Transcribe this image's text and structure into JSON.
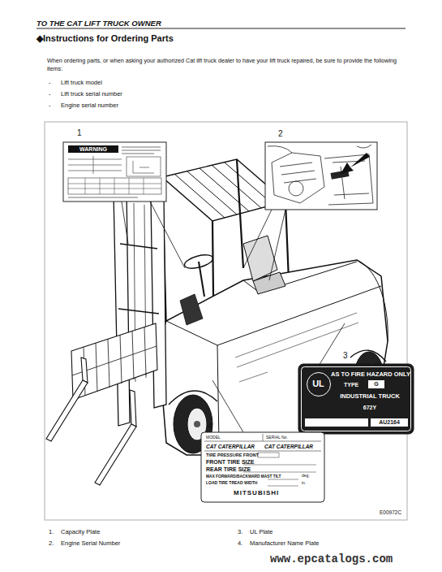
{
  "diagram": {
    "title": "◆Instructions for Ordering Parts",
    "nodes": [
      {
        "text": [
          "WARNING"
        ]
      },
      {
        "text": [
          "AS TO FIRE HAZARD ONLY",
          "TYPE",
          "G",
          "INDUSTRIAL TRUCK",
          "672Y",
          "AU2164"
        ]
      },
      {
        "text": [
          "UL"
        ],
        "in": 1
      },
      {
        "text": [
          "MODEL",
          "SERIAL No.",
          "CAT CATERPILLAR",
          "CAT CATERPILLAR",
          "TIRE PRESSURE FRONT",
          "FRONT TIRE SIZE",
          "REAR TIRE SIZE",
          "MAX FORWARD/BACKWARD MAST TILT",
          "deg.",
          "LOAD TIRE TREAD WIDTH",
          "in.",
          "MITSUBISHI"
        ]
      }
    ],
    "labels": [
      "TO THE CAT LIFT TRUCK OWNER",
      "When ordering parts, or when asking your authorized Cat lift truck dealer to have your lift truck repaired, be sure to provide the following items:",
      "-",
      "Lift truck model",
      "-",
      "Lift truck serial number",
      "-",
      "Engine serial number",
      "1",
      "2",
      "3",
      "4",
      "E00972C",
      "1.",
      "Capacity Plate",
      "2.",
      "Engine Serial Number",
      "3.",
      "UL Plate",
      "4.",
      "Manufacturer Name Plate",
      "www.epcatalogs.com"
    ]
  }
}
